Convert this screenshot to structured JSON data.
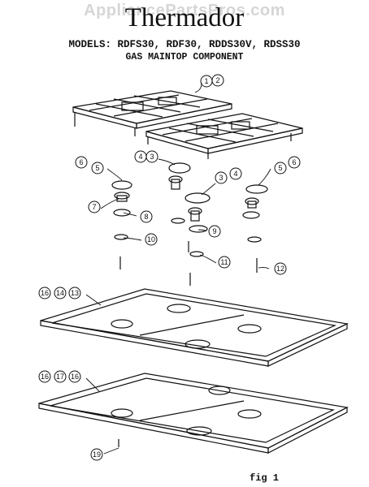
{
  "header": {
    "watermark": "AppliancePartsPros.com",
    "brand": "Thermador",
    "models": "MODELS: RDFS30, RDF30, RDDS30V, RDSS30",
    "subtitle": "GAS MAINTOP COMPONENT"
  },
  "callouts": {
    "c_1_2": [
      "1",
      "2"
    ],
    "c_4_3_left": [
      "4",
      "3"
    ],
    "c_6_5_left": [
      "6",
      "5"
    ],
    "c_3_4_right": [
      "3",
      "4"
    ],
    "c_5_6_right": [
      "5",
      "6"
    ],
    "c_7": [
      "7"
    ],
    "c_8": [
      "8"
    ],
    "c_9": [
      "9"
    ],
    "c_10": [
      "10"
    ],
    "c_11": [
      "11"
    ],
    "c_12": [
      "12"
    ],
    "c_16_14_13": [
      "16",
      "14",
      "13"
    ],
    "c_16_17_16": [
      "16",
      "17",
      "16"
    ],
    "c_19": [
      "19"
    ]
  },
  "figure_label": "fig 1"
}
